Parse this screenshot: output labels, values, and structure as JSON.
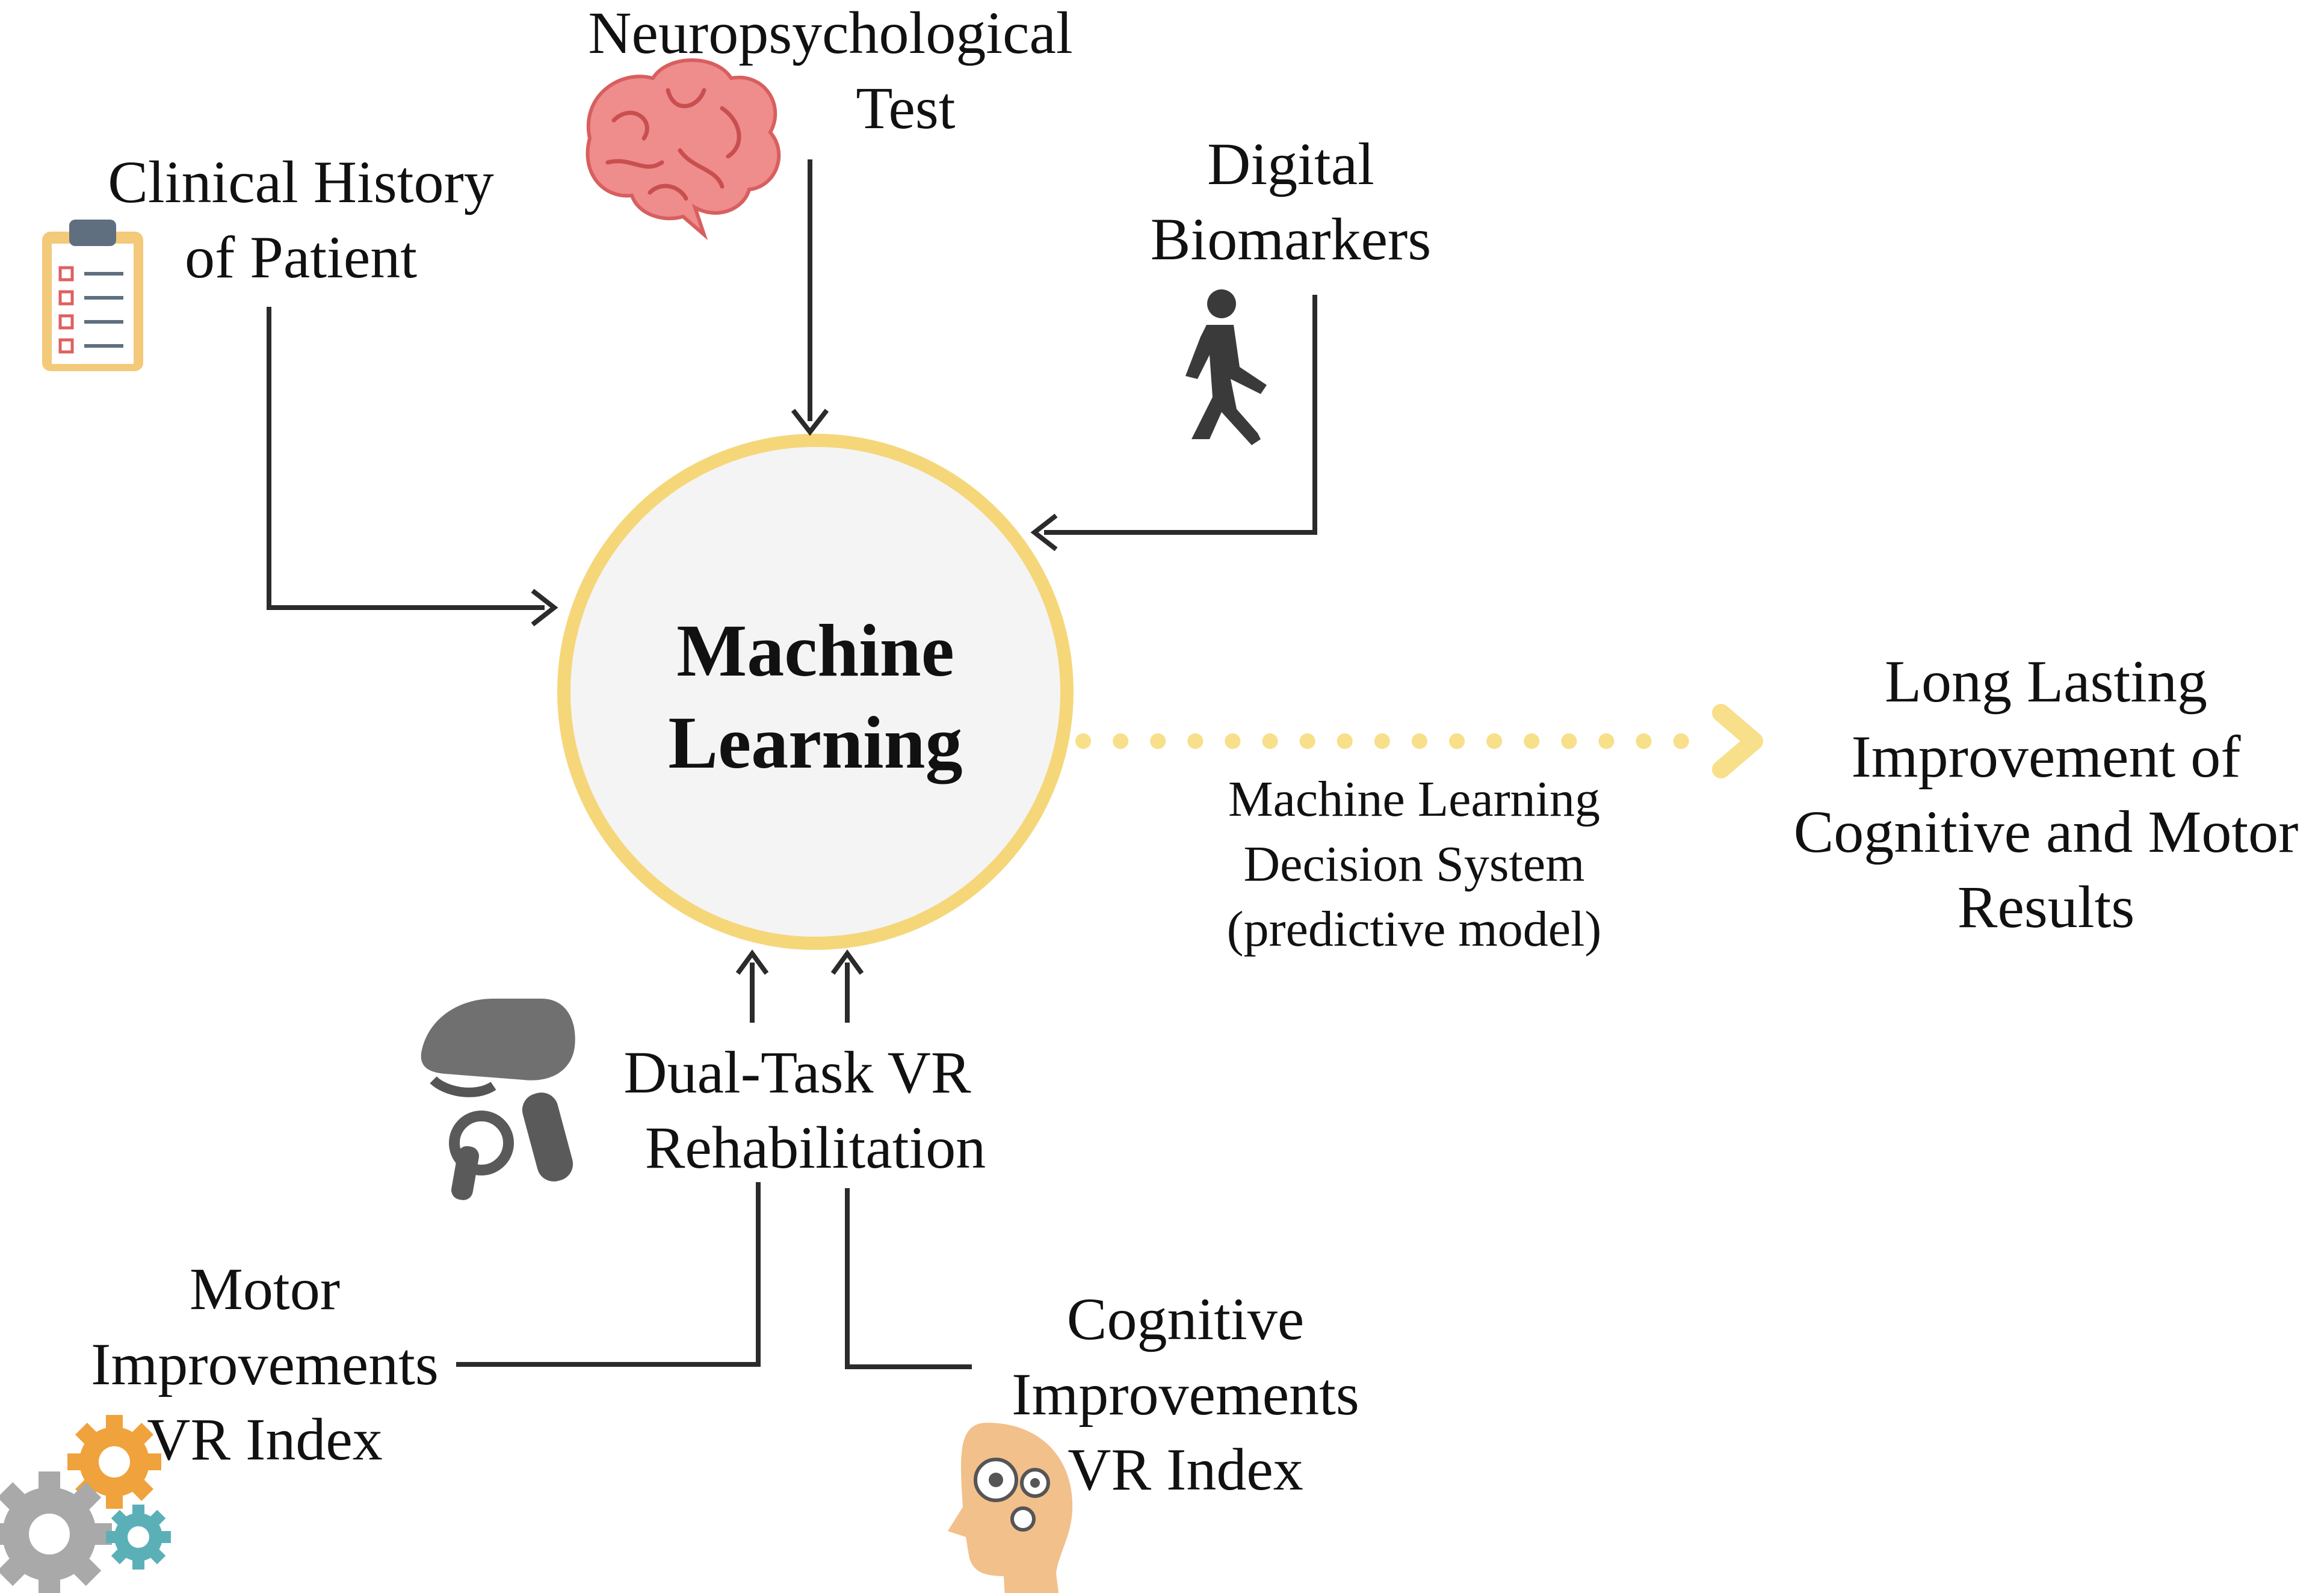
{
  "diagram": {
    "center": {
      "line1": "Machine",
      "line2": "Learning"
    },
    "inputs": {
      "neuro": {
        "line1": "Neuropsychological",
        "line2": "Test",
        "icon": "brain-icon"
      },
      "clinical": {
        "line1": "Clinical History",
        "line2": "of Patient",
        "icon": "clipboard-icon"
      },
      "digital": {
        "line1": "Digital",
        "line2": "Biomarkers",
        "icon": "walking-person-icon"
      }
    },
    "rehab": {
      "line1": "Dual-Task VR",
      "line2": "Rehabilitation",
      "icon": "vr-headset-icon"
    },
    "motor": {
      "line1": "Motor",
      "line2": "Improvements",
      "line3": "VR Index",
      "icon": "gears-icon"
    },
    "cognitive": {
      "line1": "Cognitive",
      "line2": "Improvements",
      "line3": "VR Index",
      "icon": "head-gears-icon"
    },
    "decision": {
      "line1": "Machine Learning",
      "line2": "Decision System",
      "line3": "(predictive model)"
    },
    "output": {
      "line1": "Long Lasting",
      "line2": "Improvement of",
      "line3": "Cognitive and Motor",
      "line4": "Results"
    }
  },
  "colors": {
    "circle_border": "#f5d77a",
    "circle_fill": "#f4f4f4",
    "dotted_arrow": "#f8df8a",
    "line": "#2b2b2b",
    "brain": "#ef8c8c",
    "clipboard": "#f3c97a",
    "gear_orange": "#f0a23c",
    "gear_grey": "#a9a9a9",
    "gear_teal": "#5bb0b8",
    "head": "#f2c08a"
  }
}
